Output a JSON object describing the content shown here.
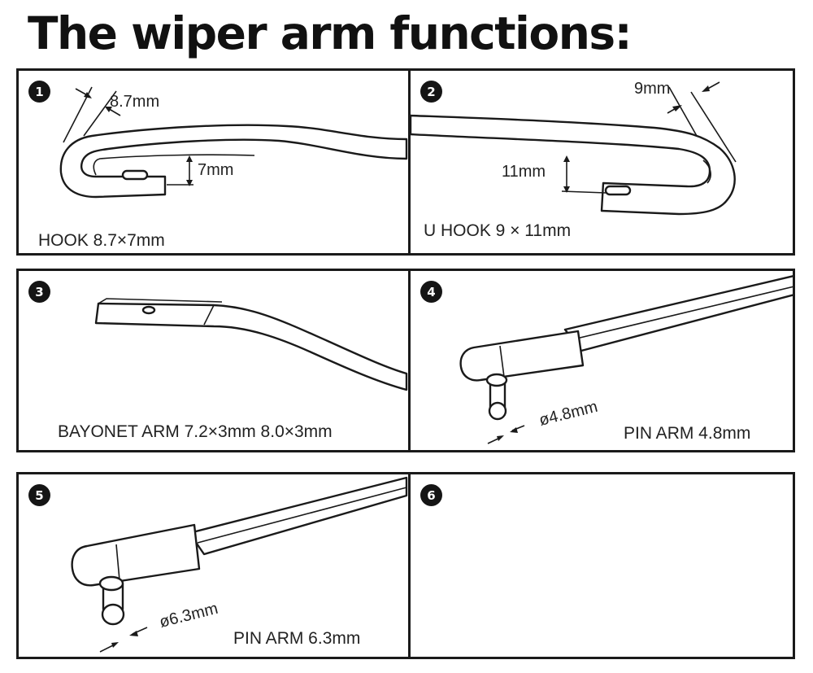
{
  "title": "The wiper arm functions:",
  "panels": [
    {
      "number": "1",
      "caption": "HOOK 8.7×7mm",
      "dims": [
        "8.7mm",
        "7mm"
      ]
    },
    {
      "number": "2",
      "caption": "U HOOK 9 × 11mm",
      "dims": [
        "9mm",
        "11mm"
      ]
    },
    {
      "number": "3",
      "caption": "BAYONET ARM 7.2×3mm 8.0×3mm",
      "dims": []
    },
    {
      "number": "4",
      "caption": "PIN ARM 4.8mm",
      "dims": [
        "4.8mm"
      ]
    },
    {
      "number": "5",
      "caption": "PIN ARM 6.3mm",
      "dims": [
        "6.3mm"
      ]
    },
    {
      "number": "6",
      "caption": "",
      "dims": []
    }
  ]
}
